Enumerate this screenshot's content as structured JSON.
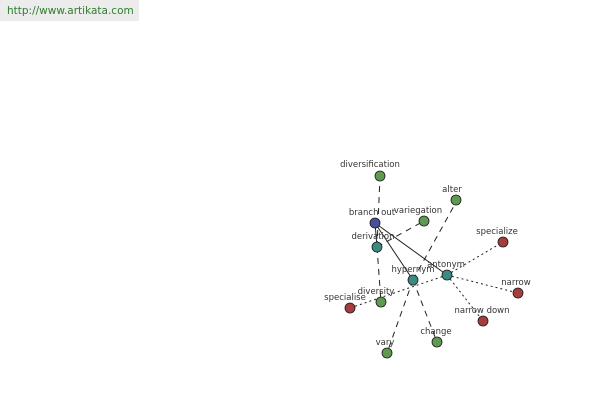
{
  "watermark": {
    "url": "http://www.artikata.com"
  },
  "colors": {
    "center": "#4a4f9c",
    "relation": "#3d8a82",
    "synonym": "#5e9a4f",
    "antonym": "#a63d3d",
    "edge": "#222222"
  },
  "graph": {
    "center": {
      "id": "branch_out",
      "label": "branch out"
    },
    "relations": [
      {
        "id": "derivation",
        "label": "derivation"
      },
      {
        "id": "hypernym",
        "label": "hypernym"
      },
      {
        "id": "antonym",
        "label": "antonym"
      }
    ],
    "leaves": [
      {
        "id": "diversification",
        "label": "diversification",
        "group": "synonym"
      },
      {
        "id": "variegation",
        "label": "variegation",
        "group": "synonym"
      },
      {
        "id": "alter",
        "label": "alter",
        "group": "synonym"
      },
      {
        "id": "diversity",
        "label": "diversity",
        "group": "synonym"
      },
      {
        "id": "change",
        "label": "change",
        "group": "synonym"
      },
      {
        "id": "vary",
        "label": "vary",
        "group": "synonym"
      },
      {
        "id": "specialize",
        "label": "specialize",
        "group": "antonym"
      },
      {
        "id": "narrow",
        "label": "narrow",
        "group": "antonym"
      },
      {
        "id": "narrow_down",
        "label": "narrow down",
        "group": "antonym"
      },
      {
        "id": "specialise",
        "label": "specialise",
        "group": "antonym"
      }
    ],
    "edges": [
      {
        "from": "branch_out",
        "to": "derivation",
        "style": "solid"
      },
      {
        "from": "branch_out",
        "to": "hypernym",
        "style": "solid"
      },
      {
        "from": "branch_out",
        "to": "antonym",
        "style": "solid"
      },
      {
        "from": "derivation",
        "to": "diversification",
        "style": "dashed"
      },
      {
        "from": "derivation",
        "to": "variegation",
        "style": "dashed"
      },
      {
        "from": "derivation",
        "to": "diversity",
        "style": "dashed"
      },
      {
        "from": "hypernym",
        "to": "alter",
        "style": "dashed"
      },
      {
        "from": "hypernym",
        "to": "change",
        "style": "dashed"
      },
      {
        "from": "hypernym",
        "to": "vary",
        "style": "dashed"
      },
      {
        "from": "antonym",
        "to": "specialize",
        "style": "dotted"
      },
      {
        "from": "antonym",
        "to": "narrow",
        "style": "dotted"
      },
      {
        "from": "antonym",
        "to": "narrow_down",
        "style": "dotted"
      },
      {
        "from": "antonym",
        "to": "specialise",
        "style": "dotted"
      }
    ]
  }
}
